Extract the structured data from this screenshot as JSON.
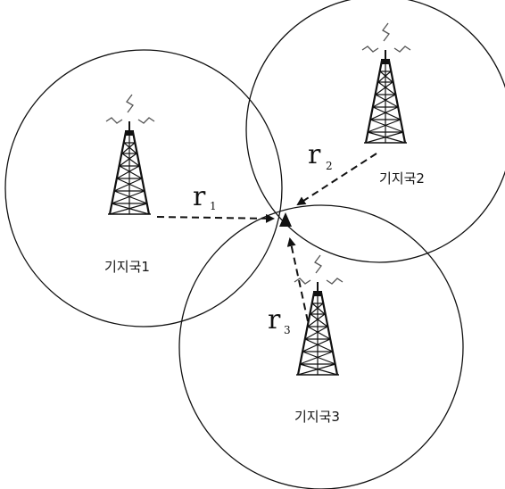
{
  "stations": [
    {
      "label": "기지국1"
    },
    {
      "label": "기지국2"
    },
    {
      "label": "기지국3"
    }
  ],
  "distances": [
    {
      "letter": "r",
      "sub": "1"
    },
    {
      "label_letter": "r",
      "letter": "r",
      "sub": "2"
    },
    {
      "letter": "r",
      "sub": "3"
    }
  ],
  "icons": [
    "tower-icon",
    "signal-icon",
    "mobile-terminal-icon"
  ],
  "colors": {
    "line": "#111111",
    "background": "#ffffff"
  }
}
